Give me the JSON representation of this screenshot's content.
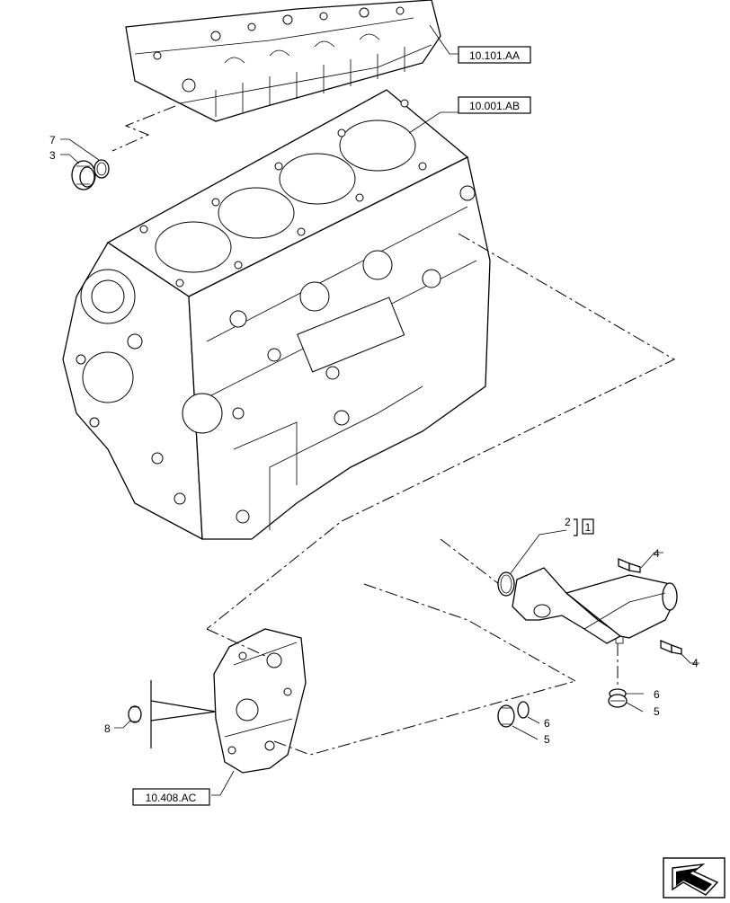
{
  "references": {
    "cylinder_head": "10.101.AA",
    "engine_block": "10.001.AB",
    "oil_pump": "10.408.AC"
  },
  "callouts": {
    "c7": "7",
    "c3": "3",
    "c2": "2",
    "c1": "1",
    "c4a": "4",
    "c4b": "4",
    "c6a": "6",
    "c5a": "5",
    "c6b": "6",
    "c5b": "5",
    "c8": "8"
  },
  "icons": {
    "navigation": "next-page-arrow-icon"
  }
}
